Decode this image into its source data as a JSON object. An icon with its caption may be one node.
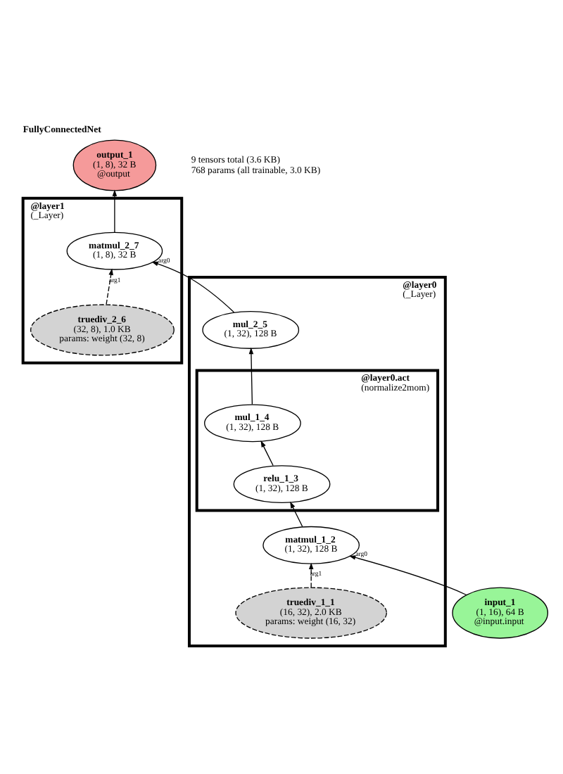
{
  "diagram": {
    "title": "FullyConnectedNet",
    "nodes": [
      {
        "text": [
          "output_1",
          "(1, 8), 32 B",
          "@output"
        ]
      },
      {
        "text": [
          "@layer1",
          "(_Layer)"
        ]
      },
      {
        "text": [
          "matmul_2_7",
          "(1, 8), 32 B"
        ],
        "in": 1
      },
      {
        "text": [
          "truediv_2_6",
          "(32, 8), 1.0 KB",
          "params: weight (32, 8)"
        ],
        "in": 1
      },
      {
        "text": [
          "@layer0",
          "(_Layer)"
        ]
      },
      {
        "text": [
          "mul_2_5",
          "(1, 32), 128 B"
        ],
        "in": 4
      },
      {
        "text": [
          "@layer0.act",
          "(normalize2mom)"
        ],
        "in": 4
      },
      {
        "text": [
          "mul_1_4",
          "(1, 32), 128 B"
        ],
        "in": 6
      },
      {
        "text": [
          "relu_1_3",
          "(1, 32), 128 B"
        ],
        "in": 6
      },
      {
        "text": [
          "matmul_1_2",
          "(1, 32), 128 B"
        ],
        "in": 4
      },
      {
        "text": [
          "truediv_1_1",
          "(16, 32), 2.0 KB",
          "params: weight (16, 32)"
        ],
        "in": 4
      },
      {
        "text": [
          "input_1",
          "(1, 16), 64 B",
          "@input.input"
        ]
      }
    ],
    "edges": [
      {
        "from": 11,
        "to": 9,
        "arrow": "to",
        "label": "arg0"
      },
      {
        "from": 10,
        "to": 9,
        "arrow": "to",
        "label": "arg1",
        "style": "dashed"
      },
      {
        "from": 9,
        "to": 8,
        "arrow": "to"
      },
      {
        "from": 8,
        "to": 7,
        "arrow": "to"
      },
      {
        "from": 7,
        "to": 5,
        "arrow": "to"
      },
      {
        "from": 5,
        "to": 2,
        "arrow": "to",
        "label": "arg0"
      },
      {
        "from": 3,
        "to": 2,
        "arrow": "to",
        "label": "arg1",
        "style": "dashed"
      },
      {
        "from": 2,
        "to": 0,
        "arrow": "to"
      }
    ],
    "labels": [
      "9 tensors total (3.6 KB)",
      "768 params (all trainable, 3.0 KB)"
    ]
  }
}
